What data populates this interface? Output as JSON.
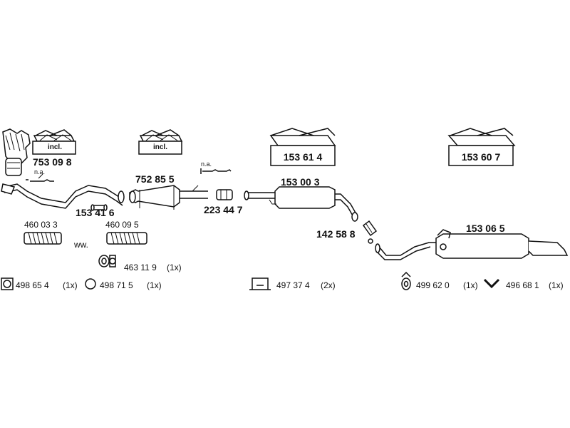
{
  "parts": {
    "box_incl_1": "incl.",
    "box_incl_2": "incl.",
    "manifold_part": "753 09 8",
    "na_1": "n.a.",
    "na_2": "n.a.",
    "front_pipe_part": "153 41 6",
    "cat_part": "752 85 5",
    "clamp_part": "223 44 7",
    "box_mid": "153 61 4",
    "mid_silencer_part": "153 00 3",
    "joint_part": "142 58 8",
    "box_rear": "153 60 7",
    "rear_silencer_part": "153 06 5",
    "flex1_part": "460 03 3",
    "flex2_part": "460 09 5",
    "ww": "ww.",
    "gasket_part": "463 11 9",
    "gasket_qty": "(1x)",
    "ring1_part": "498 65 4",
    "ring1_qty": "(1x)",
    "ring2_part": "498 71 5",
    "ring2_qty": "(1x)",
    "bracket_part": "497 37 4",
    "bracket_qty": "(2x)",
    "hanger_part": "499 62 0",
    "hanger_qty": "(1x)",
    "yhanger_part": "496 68 1",
    "yhanger_qty": "(1x)"
  }
}
